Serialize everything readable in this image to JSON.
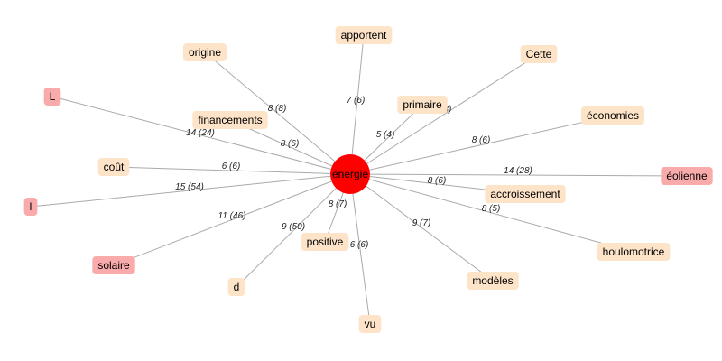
{
  "graph": {
    "center": {
      "label": "énergie",
      "color": "#ff0000"
    },
    "node_colors": {
      "normal": "#fde3c8",
      "highlight": "#f9aaaa",
      "edge": "#aaaaaa"
    },
    "nodes": [
      {
        "id": "origine",
        "label": "origine",
        "type": "normal",
        "edge_label": "8 (8)"
      },
      {
        "id": "apportent",
        "label": "apportent",
        "type": "normal",
        "edge_label": "7 (6)"
      },
      {
        "id": "cette",
        "label": "Cette",
        "type": "normal",
        "edge_label": "8 (3)"
      },
      {
        "id": "primaire",
        "label": "primaire",
        "type": "normal",
        "edge_label": "5 (4)"
      },
      {
        "id": "economies",
        "label": "économies",
        "type": "normal",
        "edge_label": "8 (6)"
      },
      {
        "id": "l-upper",
        "label": "L",
        "type": "highlight",
        "edge_label": "14 (24)"
      },
      {
        "id": "financements",
        "label": "financements",
        "type": "normal",
        "edge_label": "8 (6)"
      },
      {
        "id": "cout",
        "label": "coût",
        "type": "normal",
        "edge_label": "6 (6)"
      },
      {
        "id": "eolienne",
        "label": "éolienne",
        "type": "highlight",
        "edge_label": "14 (28)"
      },
      {
        "id": "l-lower",
        "label": "l",
        "type": "highlight",
        "edge_label": "15 (54)"
      },
      {
        "id": "accroissement",
        "label": "accroissement",
        "type": "normal",
        "edge_label": "8 (6)"
      },
      {
        "id": "houlomotrice",
        "label": "houlomotrice",
        "type": "normal",
        "edge_label": "8 (5)"
      },
      {
        "id": "solaire",
        "label": "solaire",
        "type": "highlight",
        "edge_label": "11 (46)"
      },
      {
        "id": "positive",
        "label": "positive",
        "type": "normal",
        "edge_label": "8 (7)"
      },
      {
        "id": "d",
        "label": "d",
        "type": "normal",
        "edge_label": "9 (50)"
      },
      {
        "id": "modeles",
        "label": "modèles",
        "type": "normal",
        "edge_label": "9 (7)"
      },
      {
        "id": "vu",
        "label": "vu",
        "type": "normal",
        "edge_label": "6 (6)"
      }
    ]
  }
}
